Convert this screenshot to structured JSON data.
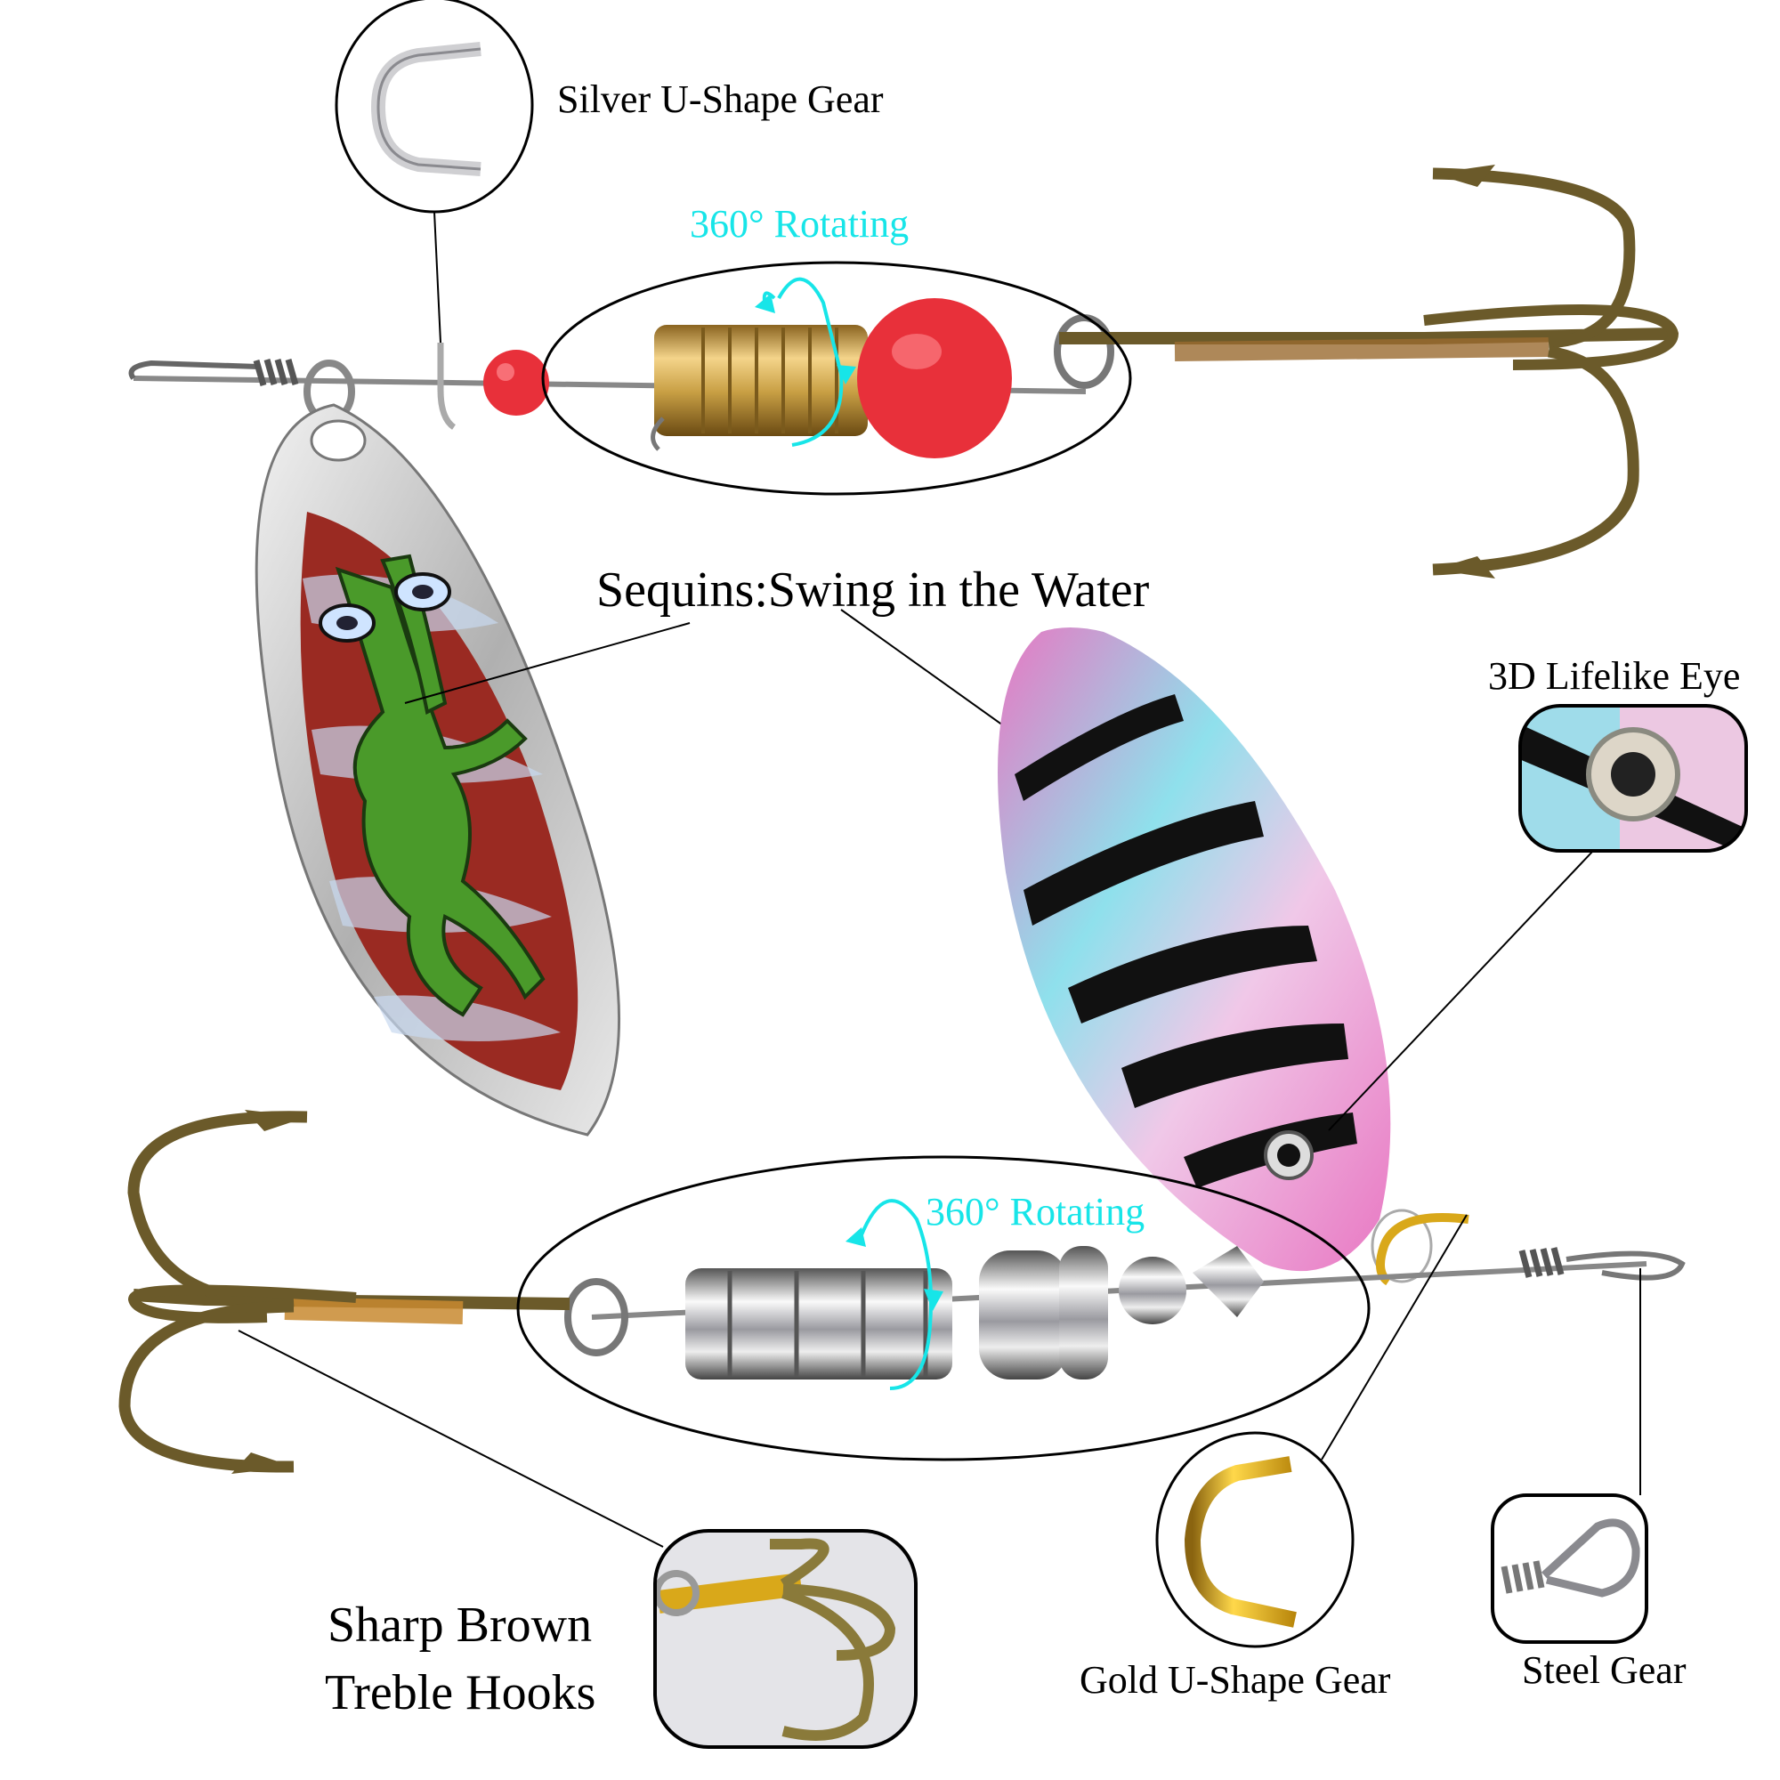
{
  "labels": {
    "silver_u_shape_gear": "Silver U-Shape Gear",
    "rotating_top": "360° Rotating",
    "sequins": "Sequins:Swing in the Water",
    "lifelike_eye": "3D Lifelike Eye",
    "rotating_bottom": "360° Rotating",
    "treble_hooks_line1": "Sharp Brown",
    "treble_hooks_line2": "Treble Hooks",
    "gold_u_shape_gear": "Gold U-Shape Gear",
    "steel_gear": "Steel Gear"
  },
  "colors": {
    "accent_cyan": "#17e5e8",
    "bead_red": "#e8303a",
    "brass": "#c9a045",
    "hook_bronze": "#6b5a2a",
    "silver": "#c8c8cc",
    "blade_red": "#9a2a22",
    "frog_green": "#4a9a2a",
    "blade_pink": "#e877c2",
    "blade_blue": "#7fd8e8",
    "gold": "#d9a81a"
  }
}
